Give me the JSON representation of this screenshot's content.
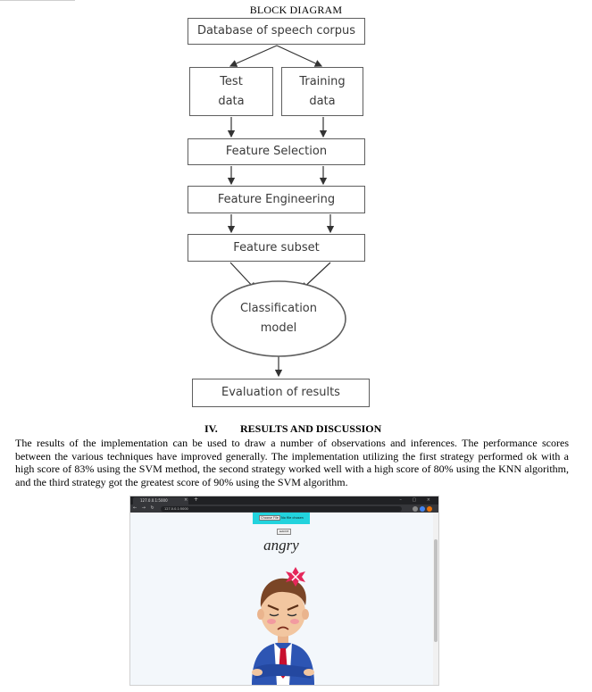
{
  "figure": {
    "title": "BLOCK DIAGRAM",
    "boxes": {
      "database": "Database of speech corpus",
      "test_line1": "Test",
      "test_line2": "data",
      "training_line1": "Training",
      "training_line2": "data",
      "feature_selection": "Feature Selection",
      "feature_engineering": "Feature Engineering",
      "feature_subset": "Feature subset",
      "classification_line1": "Classification",
      "classification_line2": "model",
      "evaluation": "Evaluation of results"
    }
  },
  "section": {
    "number": "IV.",
    "heading": "RESULTS AND DISCUSSION",
    "paragraph": "The results of the implementation can be used to draw a number of observations and inferences. The performance scores between the various techniques have improved generally. The implementation utilizing the first strategy performed ok with a high score of 83% using the SVM method, the second strategy worked well with a high score of 80% using the KNN algorithm, and the third strategy got the greatest score of 90% using the SVM algorithm."
  },
  "screenshot": {
    "tab_title": "127.0.0.1:5000",
    "url": "127.0.0.1:5000",
    "file_button": "Choose File",
    "file_status": "No file chosen",
    "submit_label": "submit",
    "emotion_label": "angry",
    "colors": {
      "upload_panel": "#22d3dd",
      "page_bg": "#f3f7fb",
      "suit": "#2d55b3",
      "tie": "#c8102e",
      "anger_mark": "#e5275a"
    }
  }
}
